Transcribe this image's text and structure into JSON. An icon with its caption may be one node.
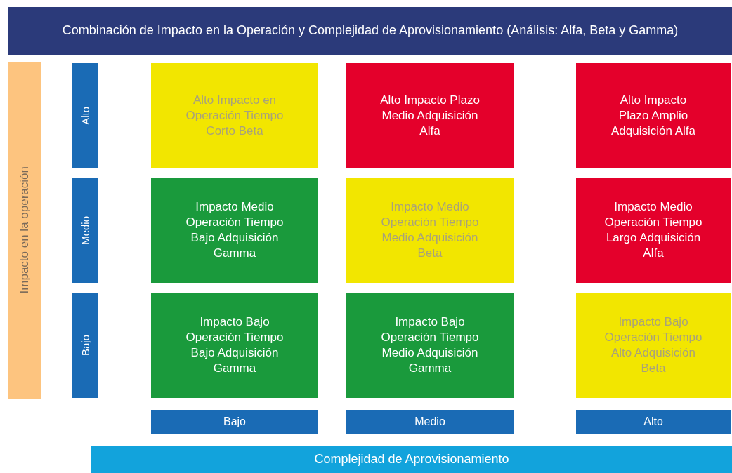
{
  "diagram": {
    "nodes": [
      {
        "text": [
          "Combinación de Impacto en la Operación y Complejidad de Aprovisionamiento (Análisis: Alfa, Beta y Gamma)"
        ]
      },
      {
        "text": [
          "Impacto en la operación"
        ]
      },
      {
        "text": [
          "Alto"
        ]
      },
      {
        "text": [
          "Alto Impacto en Operación Tiempo Corto Beta"
        ]
      },
      {
        "text": [
          "Alto Impacto Plazo Medio Adquisición Alfa"
        ]
      },
      {
        "text": [
          "Alto Impacto Plazo Amplio Adquisición Alfa"
        ]
      },
      {
        "text": [
          "Medio"
        ]
      },
      {
        "text": [
          "Impacto Medio Operación Tiempo Bajo Adquisición Gamma"
        ]
      },
      {
        "text": [
          "Impacto Medio Operación Tiempo Medio Adquisición Beta"
        ]
      },
      {
        "text": [
          "Impacto Medio Operación Tiempo Largo Adquisición Alfa"
        ]
      },
      {
        "text": [
          "Bajo"
        ]
      },
      {
        "text": [
          "Impacto Bajo Operación Tiempo Bajo Adquisición Gamma"
        ]
      },
      {
        "text": [
          "Impacto Bajo Operación Tiempo Medio Adquisición Gamma"
        ]
      },
      {
        "text": [
          "Impacto Bajo Operación Tiempo Alto Adquisición Beta"
        ]
      },
      {
        "text": [
          "Bajo"
        ]
      },
      {
        "text": [
          "Medio"
        ]
      },
      {
        "text": [
          "Alto"
        ]
      },
      {
        "text": [
          "Complejidad de Aprovisionamiento"
        ]
      }
    ]
  }
}
